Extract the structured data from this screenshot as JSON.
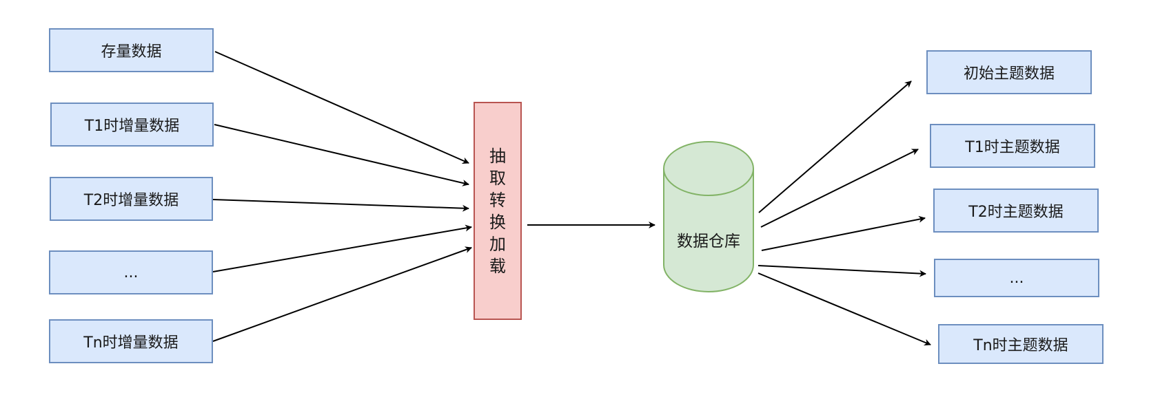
{
  "sources": [
    {
      "id": "s0",
      "label": "存量数据"
    },
    {
      "id": "s1",
      "label": "T1时增量数据"
    },
    {
      "id": "s2",
      "label": "T2时增量数据"
    },
    {
      "id": "s3",
      "label": "..."
    },
    {
      "id": "s4",
      "label": "Tn时增量数据"
    }
  ],
  "etl": {
    "label": "抽取转换加载"
  },
  "warehouse": {
    "label": "数据仓库"
  },
  "targets": [
    {
      "id": "t0",
      "label": "初始主题数据"
    },
    {
      "id": "t1",
      "label": "T1时主题数据"
    },
    {
      "id": "t2",
      "label": "T2时主题数据"
    },
    {
      "id": "t3",
      "label": "..."
    },
    {
      "id": "t4",
      "label": "Tn时主题数据"
    }
  ],
  "colors": {
    "source_fill": "#dae8fc",
    "source_stroke": "#6c8ebf",
    "etl_fill": "#f8cecc",
    "etl_stroke": "#b85450",
    "warehouse_fill": "#d5e8d4",
    "warehouse_stroke": "#82b366",
    "edge": "#000000"
  }
}
